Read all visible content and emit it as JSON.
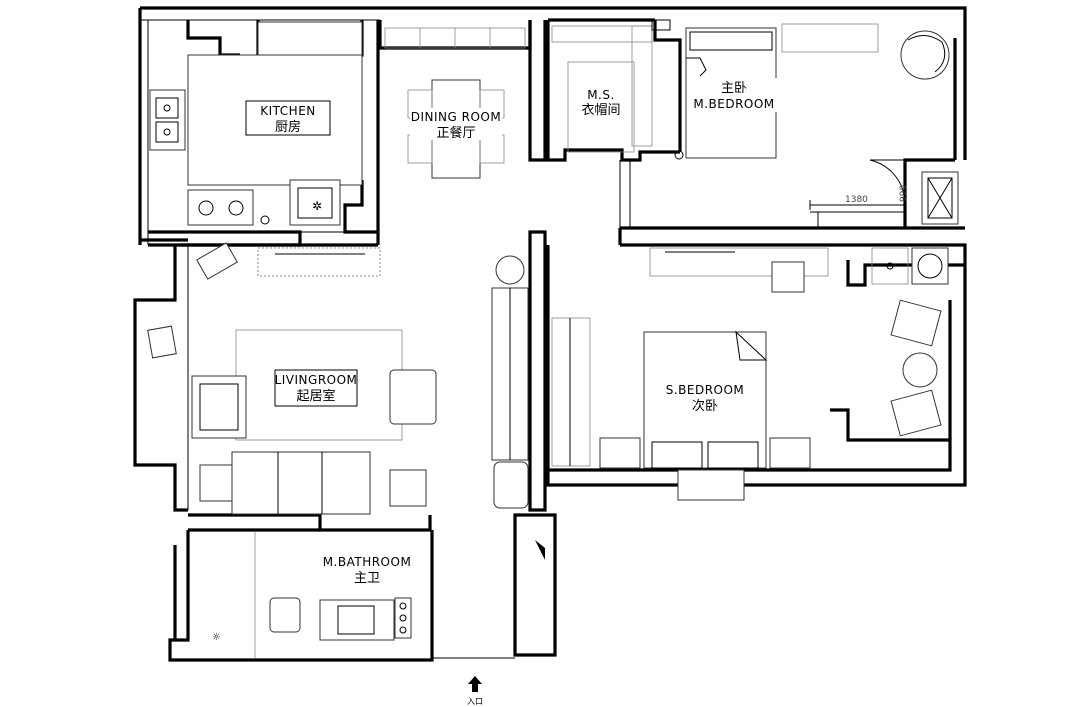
{
  "rooms": {
    "kitchen": {
      "en": "KITCHEN",
      "zh": "厨房"
    },
    "dining": {
      "en": "DINING ROOM",
      "zh": "正餐厅"
    },
    "master_closet": {
      "en": "M.S.",
      "zh": "衣帽间"
    },
    "master_bedroom": {
      "en": "M.BEDROOM",
      "zh": "主卧"
    },
    "living": {
      "en": "LIVINGROOM",
      "zh": "起居室"
    },
    "second_bedroom": {
      "en": "S.BEDROOM",
      "zh": "次卧"
    },
    "master_bath": {
      "en": "M.BATHROOM",
      "zh": "主卫"
    }
  },
  "dimensions": {
    "width_1380": "1380",
    "depth_990": "990"
  },
  "entrance": {
    "label": "入口"
  },
  "colors": {
    "wall": "#000000",
    "background": "#ffffff"
  }
}
